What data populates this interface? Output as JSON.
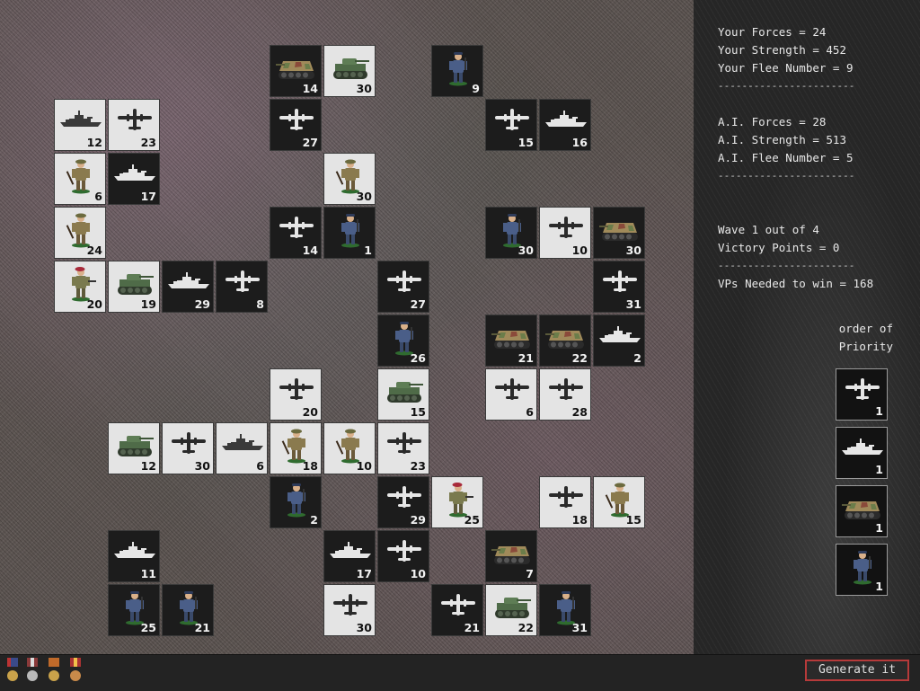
{
  "stats": {
    "your_forces": "Your Forces = 24",
    "your_strength": "Your Strength = 452",
    "your_flee": "Your Flee Number = 9",
    "ai_forces": "A.I. Forces = 28",
    "ai_strength": "A.I. Strength = 513",
    "ai_flee": "A.I. Flee Number = 5",
    "wave": "Wave 1 out of 4",
    "victory_points": "Victory Points = 0",
    "vps_needed": "VPs Needed to win = 168",
    "separator": "-----------------------"
  },
  "priority": {
    "label_line1": "order of",
    "label_line2": "Priority",
    "items": [
      {
        "unit": "plane-icon",
        "value": "1"
      },
      {
        "unit": "ship-icon",
        "value": "1"
      },
      {
        "unit": "camo-tank-icon",
        "value": "1"
      },
      {
        "unit": "blue-soldier-icon",
        "value": "1"
      }
    ]
  },
  "generate_button": "Generate it",
  "tiles": [
    {
      "col": 5,
      "row": 0,
      "color": "dark",
      "unit": "camo-tank-icon",
      "value": "14"
    },
    {
      "col": 6,
      "row": 0,
      "color": "light",
      "unit": "green-tank-icon",
      "value": "30"
    },
    {
      "col": 8,
      "row": 0,
      "color": "dark",
      "unit": "blue-soldier-icon",
      "value": "9"
    },
    {
      "col": 1,
      "row": 1,
      "color": "light",
      "unit": "ship-icon",
      "value": "12"
    },
    {
      "col": 2,
      "row": 1,
      "color": "light",
      "unit": "plane-icon",
      "value": "23"
    },
    {
      "col": 5,
      "row": 1,
      "color": "dark",
      "unit": "plane-icon",
      "value": "27"
    },
    {
      "col": 9,
      "row": 1,
      "color": "dark",
      "unit": "plane-icon",
      "value": "15"
    },
    {
      "col": 10,
      "row": 1,
      "color": "dark",
      "unit": "ship-icon",
      "value": "16"
    },
    {
      "col": 1,
      "row": 2,
      "color": "light",
      "unit": "khaki-soldier-icon",
      "value": "6"
    },
    {
      "col": 2,
      "row": 2,
      "color": "dark",
      "unit": "ship-icon",
      "value": "17"
    },
    {
      "col": 6,
      "row": 2,
      "color": "light",
      "unit": "khaki-soldier-icon",
      "value": "30"
    },
    {
      "col": 1,
      "row": 3,
      "color": "light",
      "unit": "khaki-soldier-icon",
      "value": "24"
    },
    {
      "col": 5,
      "row": 3,
      "color": "dark",
      "unit": "plane-icon",
      "value": "14"
    },
    {
      "col": 6,
      "row": 3,
      "color": "dark",
      "unit": "blue-soldier-icon",
      "value": "1"
    },
    {
      "col": 9,
      "row": 3,
      "color": "dark",
      "unit": "blue-soldier-icon",
      "value": "30"
    },
    {
      "col": 10,
      "row": 3,
      "color": "light",
      "unit": "plane-icon",
      "value": "10"
    },
    {
      "col": 11,
      "row": 3,
      "color": "dark",
      "unit": "camo-tank-icon",
      "value": "30"
    },
    {
      "col": 1,
      "row": 4,
      "color": "light",
      "unit": "red-beret-soldier-icon",
      "value": "20"
    },
    {
      "col": 2,
      "row": 4,
      "color": "light",
      "unit": "green-tank-icon",
      "value": "19"
    },
    {
      "col": 3,
      "row": 4,
      "color": "dark",
      "unit": "ship-icon",
      "value": "29"
    },
    {
      "col": 4,
      "row": 4,
      "color": "dark",
      "unit": "plane-icon",
      "value": "8"
    },
    {
      "col": 7,
      "row": 4,
      "color": "dark",
      "unit": "plane-icon",
      "value": "27"
    },
    {
      "col": 11,
      "row": 4,
      "color": "dark",
      "unit": "plane-icon",
      "value": "31"
    },
    {
      "col": 7,
      "row": 5,
      "color": "dark",
      "unit": "blue-soldier-icon",
      "value": "26"
    },
    {
      "col": 9,
      "row": 5,
      "color": "dark",
      "unit": "camo-tank-icon",
      "value": "21"
    },
    {
      "col": 10,
      "row": 5,
      "color": "dark",
      "unit": "camo-tank-icon",
      "value": "22"
    },
    {
      "col": 11,
      "row": 5,
      "color": "dark",
      "unit": "ship-icon",
      "value": "2"
    },
    {
      "col": 5,
      "row": 6,
      "color": "light",
      "unit": "plane-icon",
      "value": "20"
    },
    {
      "col": 7,
      "row": 6,
      "color": "light",
      "unit": "green-tank-icon",
      "value": "15"
    },
    {
      "col": 9,
      "row": 6,
      "color": "light",
      "unit": "plane-icon",
      "value": "6"
    },
    {
      "col": 10,
      "row": 6,
      "color": "light",
      "unit": "plane-icon",
      "value": "28"
    },
    {
      "col": 2,
      "row": 7,
      "color": "light",
      "unit": "green-tank-icon",
      "value": "12"
    },
    {
      "col": 3,
      "row": 7,
      "color": "light",
      "unit": "plane-icon",
      "value": "30"
    },
    {
      "col": 4,
      "row": 7,
      "color": "light",
      "unit": "ship-icon",
      "value": "6"
    },
    {
      "col": 5,
      "row": 7,
      "color": "light",
      "unit": "khaki-soldier-icon",
      "value": "18"
    },
    {
      "col": 6,
      "row": 7,
      "color": "light",
      "unit": "khaki-soldier-icon",
      "value": "10"
    },
    {
      "col": 7,
      "row": 7,
      "color": "light",
      "unit": "plane-icon",
      "value": "23"
    },
    {
      "col": 5,
      "row": 8,
      "color": "dark",
      "unit": "blue-soldier-icon",
      "value": "2"
    },
    {
      "col": 7,
      "row": 8,
      "color": "dark",
      "unit": "plane-icon",
      "value": "29"
    },
    {
      "col": 8,
      "row": 8,
      "color": "light",
      "unit": "red-beret-soldier-icon",
      "value": "25"
    },
    {
      "col": 10,
      "row": 8,
      "color": "light",
      "unit": "plane-icon",
      "value": "18"
    },
    {
      "col": 11,
      "row": 8,
      "color": "light",
      "unit": "khaki-soldier-icon",
      "value": "15"
    },
    {
      "col": 2,
      "row": 9,
      "color": "dark",
      "unit": "ship-icon",
      "value": "11"
    },
    {
      "col": 6,
      "row": 9,
      "color": "dark",
      "unit": "ship-icon",
      "value": "17"
    },
    {
      "col": 7,
      "row": 9,
      "color": "dark",
      "unit": "plane-icon",
      "value": "10"
    },
    {
      "col": 9,
      "row": 9,
      "color": "dark",
      "unit": "camo-tank-icon",
      "value": "7"
    },
    {
      "col": 2,
      "row": 10,
      "color": "dark",
      "unit": "blue-soldier-icon",
      "value": "25"
    },
    {
      "col": 3,
      "row": 10,
      "color": "dark",
      "unit": "blue-soldier-icon",
      "value": "21"
    },
    {
      "col": 6,
      "row": 10,
      "color": "light",
      "unit": "plane-icon",
      "value": "30"
    },
    {
      "col": 8,
      "row": 10,
      "color": "dark",
      "unit": "plane-icon",
      "value": "21"
    },
    {
      "col": 9,
      "row": 10,
      "color": "light",
      "unit": "green-tank-icon",
      "value": "22"
    },
    {
      "col": 10,
      "row": 10,
      "color": "dark",
      "unit": "blue-soldier-icon",
      "value": "31"
    }
  ]
}
